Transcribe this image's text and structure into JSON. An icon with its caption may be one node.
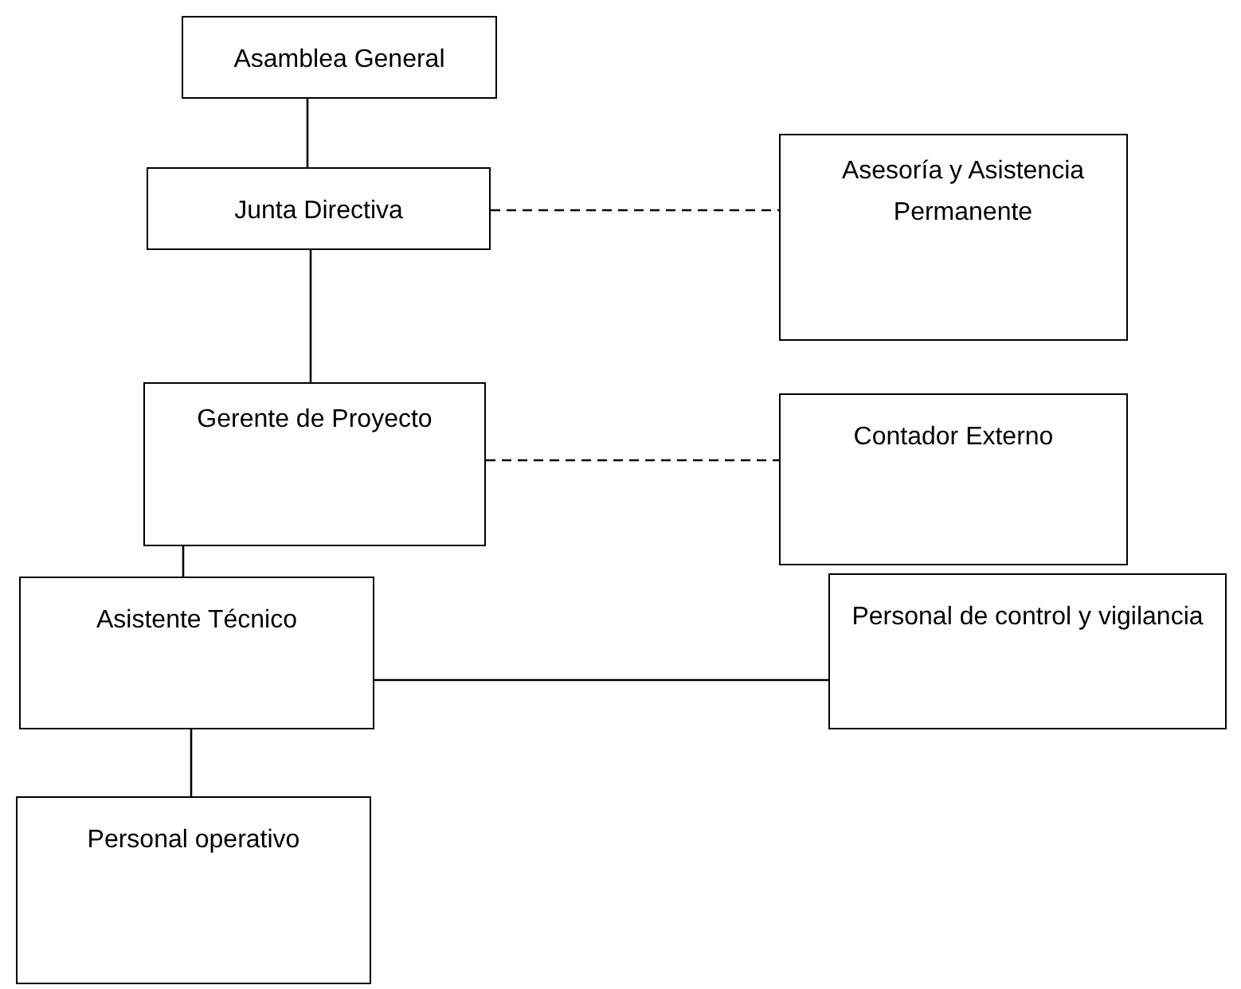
{
  "diagram": {
    "nodes": [
      {
        "text": [
          "Asamblea General"
        ]
      },
      {
        "text": [
          "Junta Directiva"
        ]
      },
      {
        "text": [
          "Asesoría y Asistencia Permanente"
        ]
      },
      {
        "text": [
          "Gerente de Proyecto"
        ]
      },
      {
        "text": [
          "Contador Externo"
        ]
      },
      {
        "text": [
          "Asistente Técnico"
        ]
      },
      {
        "text": [
          "Personal de control y vigilancia"
        ]
      },
      {
        "text": [
          "Personal operativo"
        ]
      }
    ],
    "edges": [
      {
        "from": 0,
        "to": 1,
        "arrow": "none"
      },
      {
        "from": 1,
        "to": 3,
        "arrow": "none"
      },
      {
        "from": 1,
        "to": 2,
        "arrow": "none",
        "style": "dashed"
      },
      {
        "from": 3,
        "to": 4,
        "arrow": "none",
        "style": "dashed"
      },
      {
        "from": 3,
        "to": 5,
        "arrow": "none"
      },
      {
        "from": 5,
        "to": 6,
        "arrow": "none"
      },
      {
        "from": 5,
        "to": 7,
        "arrow": "none"
      }
    ]
  }
}
